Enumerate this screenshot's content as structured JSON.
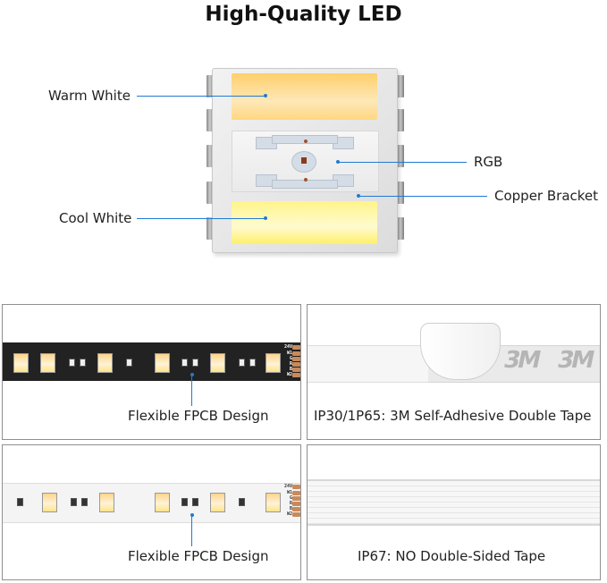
{
  "title": "High-Quality LED",
  "callouts": {
    "warm_white": "Warm White",
    "cool_white": "Cool White",
    "rgb": "RGB",
    "copper_bracket": "Copper Bracket"
  },
  "panels": [
    {
      "label": "Flexible FPCB Design"
    },
    {
      "label": "IP30/1P65: 3M Self-Adhesive Double Tape"
    },
    {
      "label": "Flexible FPCB Design"
    },
    {
      "label": "IP67: NO Double-Sided Tape"
    }
  ],
  "strip_pin_labels": [
    "24V",
    "W1",
    "G",
    "R",
    "B",
    "W2"
  ],
  "tape_print": "3M",
  "colors": {
    "accent_line": "#1f7ad6",
    "warm_white": "#ffd781",
    "cool_white": "#fff48a",
    "copper": "#c98a5b"
  }
}
